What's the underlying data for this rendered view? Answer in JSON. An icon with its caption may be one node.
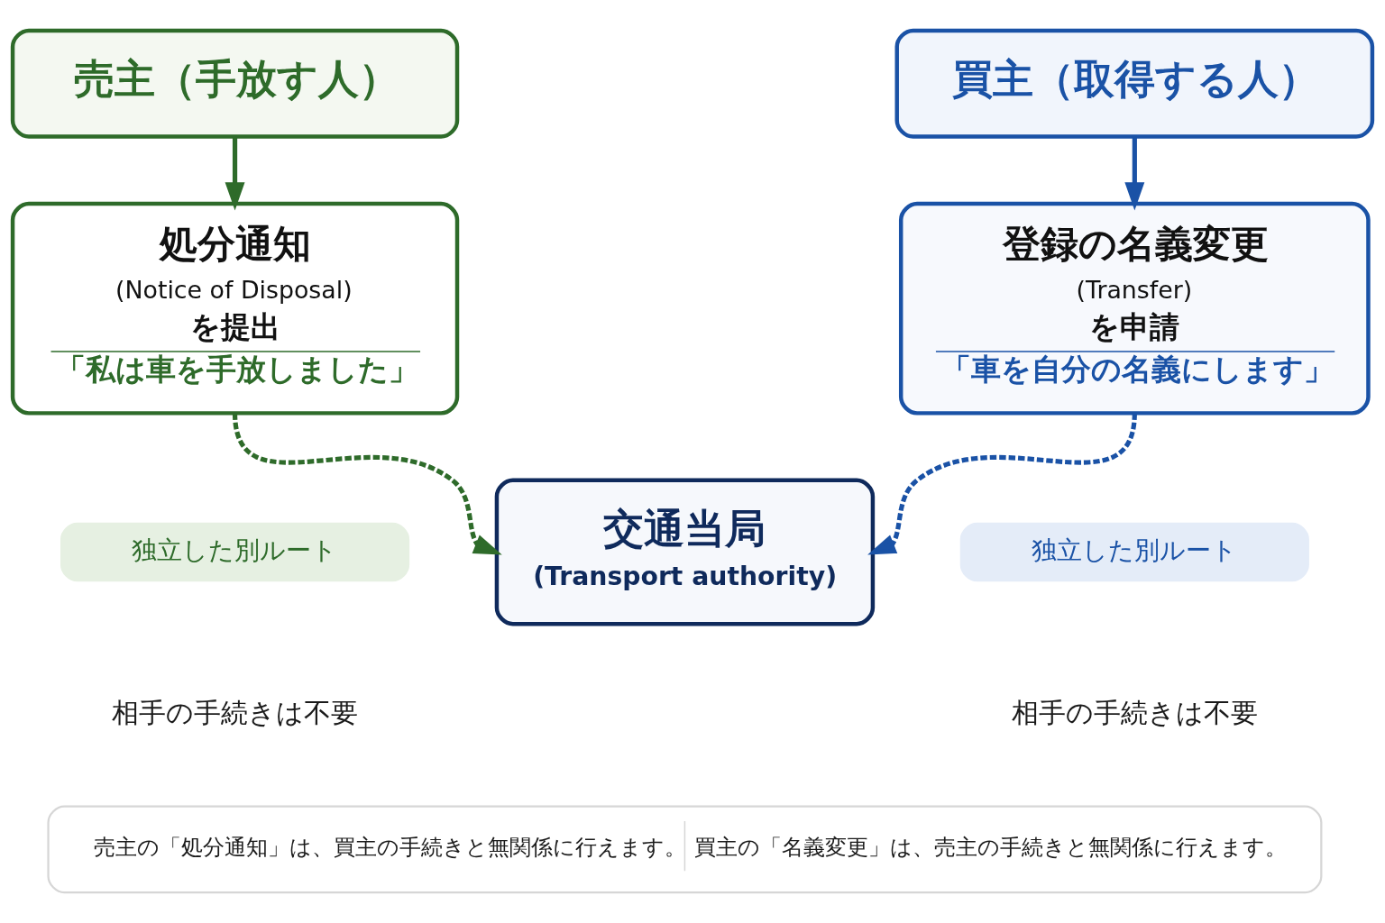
{
  "diagram": {
    "nodes": [
      {
        "text": [
          "売主（手放す人）"
        ]
      },
      {
        "text": [
          "買主（取得する人）"
        ]
      },
      {
        "text": [
          "処分通知",
          "(Notice of Disposal)",
          "を提出",
          "「私は車を手放しました」"
        ]
      },
      {
        "text": [
          "登録の名義変更",
          "(Transfer)",
          "を申請",
          "「車を自分の名義にします」"
        ]
      },
      {
        "text": [
          "交通当局",
          "(Transport authority)"
        ]
      },
      {
        "text": [
          "独立した別ルート"
        ]
      },
      {
        "text": [
          "独立した別ルート"
        ]
      },
      {
        "text": [
          "売主の「処分通知」は、買主の手続きと無関係に行えます。",
          "買主の「名義変更」は、売主の手続きと無関係に行えます。"
        ]
      }
    ],
    "edges": [
      {
        "from": 0,
        "to": 2,
        "arrow": "to",
        "color": "#2e6b2a"
      },
      {
        "from": 1,
        "to": 3,
        "arrow": "to",
        "color": "#1a52a6"
      },
      {
        "from": 2,
        "to": 4,
        "arrow": "to",
        "style": "dashed",
        "color": "#2e6b2a"
      },
      {
        "from": 3,
        "to": 4,
        "arrow": "to",
        "style": "dashed",
        "color": "#1a52a6"
      }
    ],
    "labels": [
      "相手の手続きは不要",
      "相手の手続きは不要"
    ]
  }
}
